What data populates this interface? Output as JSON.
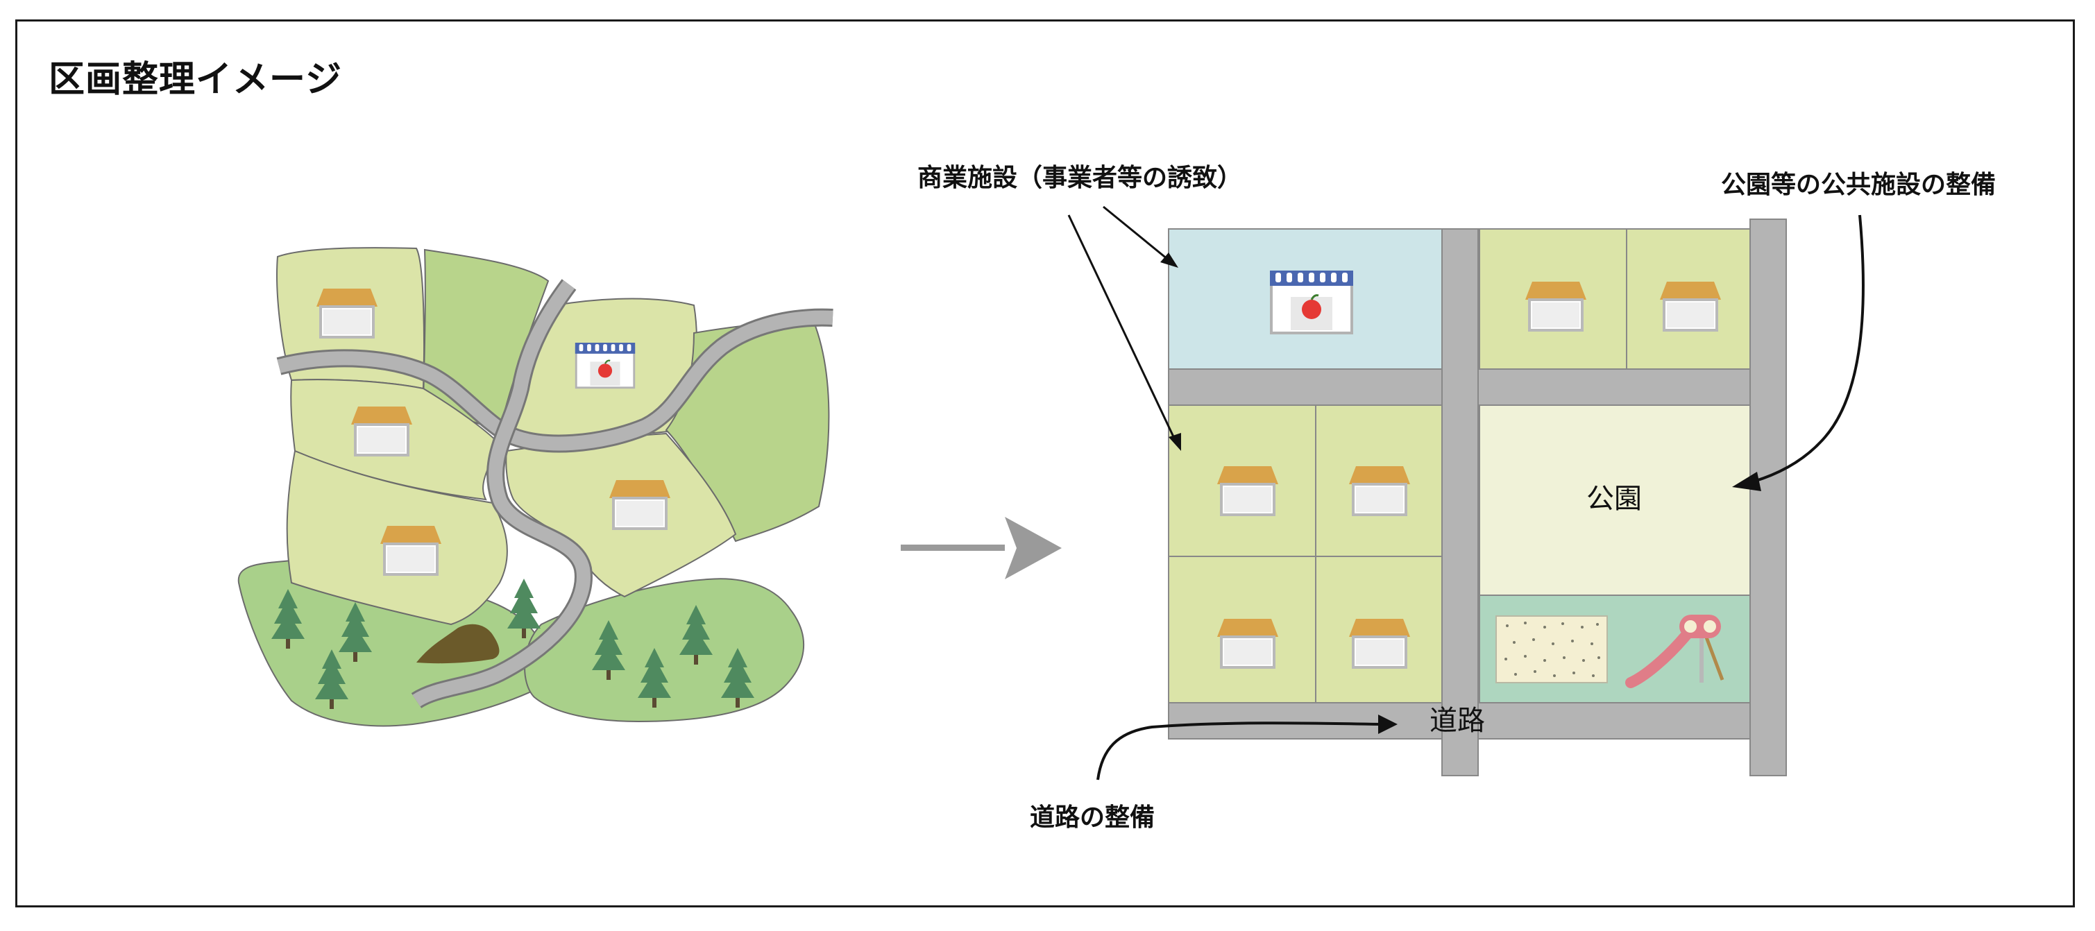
{
  "title": "区画整理イメージ",
  "labels": {
    "commercial": "商業施設（事業者等の誘致）",
    "public": "公園等の公共施設の整備",
    "road_dev": "道路の整備",
    "park": "公園",
    "road": "道路"
  },
  "icons": {
    "house": "house-icon",
    "shop": "shop-icon",
    "tree": "tree-icon",
    "slide": "slide-icon",
    "arrow": "right-arrow-icon"
  },
  "colors": {
    "lot_light": "#dbe4a8",
    "lot_green": "#b8d48b",
    "forest": "#a9d08a",
    "road": "#b4b4b4",
    "commercial_lot": "#cde5e8",
    "park_lot": "#f0f2d8",
    "playground": "#aed6bf",
    "roof": "#d9a34a",
    "tree": "#4f8a5f",
    "slide": "#e07d88"
  }
}
